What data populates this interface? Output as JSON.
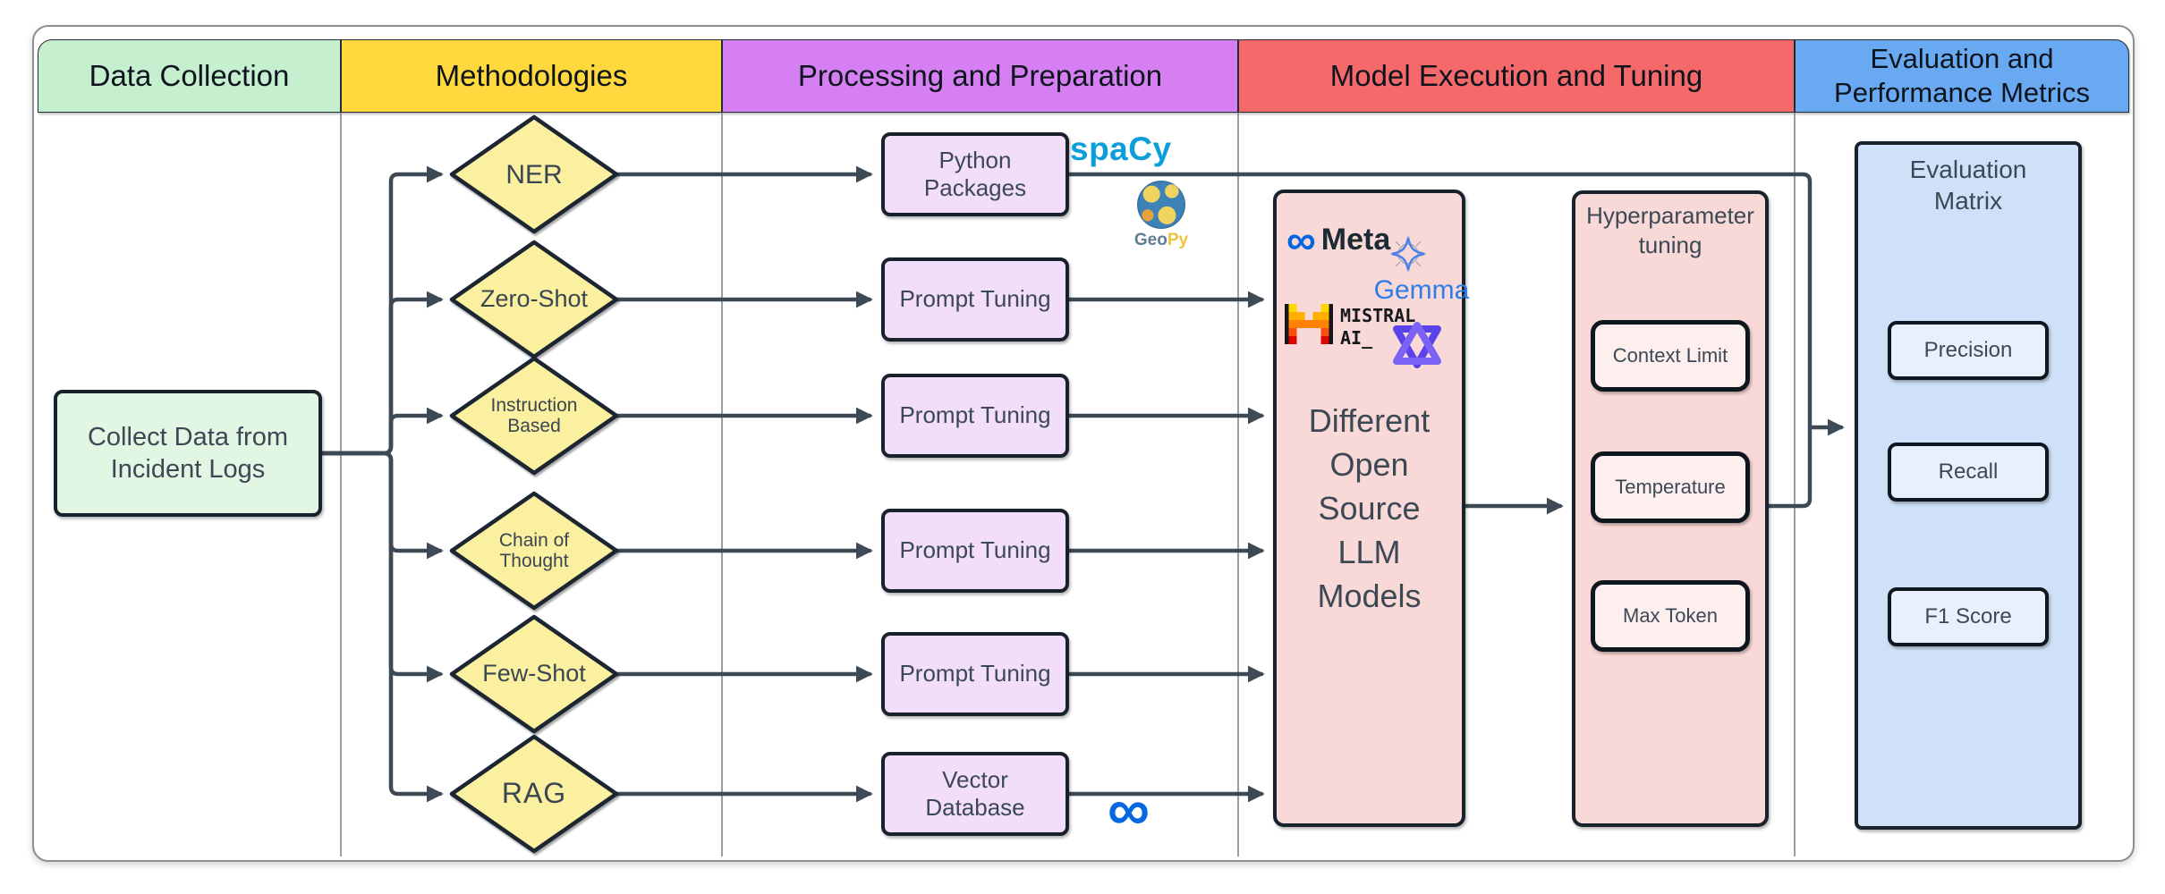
{
  "header": {
    "columns": [
      {
        "label": "Data Collection",
        "color": "#c6efcf"
      },
      {
        "label": "Methodologies",
        "color": "#ffd83d"
      },
      {
        "label": "Processing and Preparation",
        "color": "#d57ff2"
      },
      {
        "label": "Model Execution and Tuning",
        "color": "#f5696b"
      },
      {
        "label": "Evaluation and Performance Metrics",
        "color": "#68a9f2"
      }
    ]
  },
  "flow": {
    "source": "Collect Data from Incident Logs",
    "methods": [
      "NER",
      "Zero-Shot",
      "Instruction Based",
      "Chain of Thought",
      "Few-Shot",
      "RAG"
    ],
    "processes": [
      "Python Packages",
      "Prompt Tuning",
      "Prompt Tuning",
      "Prompt Tuning",
      "Prompt Tuning",
      "Vector Database"
    ]
  },
  "model_box": {
    "lines": [
      "Different",
      "Open",
      "Source",
      "LLM",
      "Models"
    ]
  },
  "tuning": {
    "title": "Hyperparameter tuning",
    "params": [
      "Context Limit",
      "Temperature",
      "Max Token"
    ]
  },
  "evaluation": {
    "title": "Evaluation Matrix",
    "metrics": [
      "Precision",
      "Recall",
      "F1 Score"
    ]
  },
  "logos": {
    "spacy": {
      "text": "spaCy",
      "color": "#0c9ed9"
    },
    "geopy": {
      "geo": "Geo",
      "py": "Py",
      "geo_color": "#5f7d8f",
      "py_color": "#f0c23c"
    },
    "meta": {
      "symbol": "∞",
      "text": "Meta",
      "symbol_color": "#0467df",
      "text_color": "#1b2a33"
    },
    "gemma": {
      "text": "Gemma",
      "color": "#2e7de9"
    },
    "mistral": {
      "line1": "MISTRAL",
      "line2": "AI_"
    },
    "meta_small": {
      "symbol": "∞",
      "color": "#0668e1"
    }
  }
}
